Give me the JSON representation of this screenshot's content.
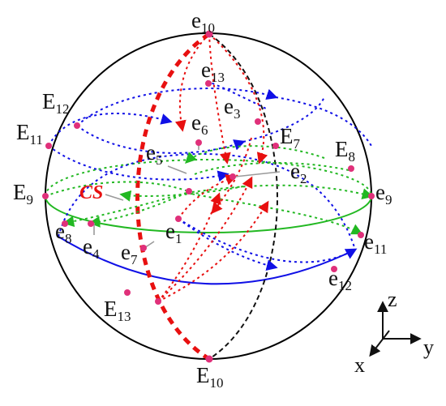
{
  "colors": {
    "outline": "#000000",
    "blue": "#1010e6",
    "green": "#22b822",
    "red": "#e81010",
    "point": "#e0307a",
    "pointer": "#9a9a9a"
  },
  "labels": {
    "e10_top": {
      "base": "e",
      "sub": "10"
    },
    "e13": {
      "base": "e",
      "sub": "13"
    },
    "E12": {
      "base": "E",
      "sub": "12"
    },
    "e3": {
      "base": "e",
      "sub": "3"
    },
    "e6": {
      "base": "e",
      "sub": "6"
    },
    "E11": {
      "base": "E",
      "sub": "11"
    },
    "E7": {
      "base": "E",
      "sub": "7"
    },
    "E8": {
      "base": "E",
      "sub": "8"
    },
    "e5": {
      "base": "e",
      "sub": "5"
    },
    "e2": {
      "base": "e",
      "sub": "2"
    },
    "E9": {
      "base": "E",
      "sub": "9"
    },
    "e9": {
      "base": "e",
      "sub": "9"
    },
    "cs": "CS",
    "e8": {
      "base": "e",
      "sub": "8"
    },
    "e1": {
      "base": "e",
      "sub": "1"
    },
    "e4": {
      "base": "e",
      "sub": "4"
    },
    "e7": {
      "base": "e",
      "sub": "7"
    },
    "e11": {
      "base": "e",
      "sub": "11"
    },
    "e12": {
      "base": "e",
      "sub": "12"
    },
    "E13": {
      "base": "E",
      "sub": "13"
    },
    "E10": {
      "base": "E",
      "sub": "10"
    }
  },
  "axes": {
    "z": "z",
    "y": "y",
    "x": "x"
  }
}
